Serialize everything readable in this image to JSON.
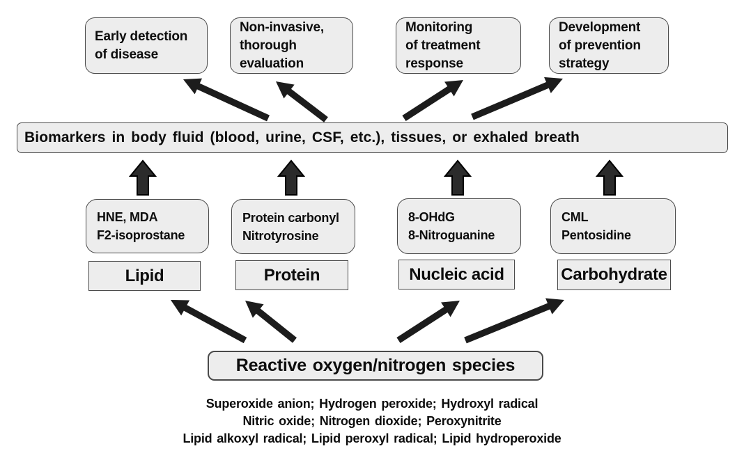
{
  "diagram": {
    "top_boxes": [
      {
        "lines": [
          "Early detection",
          "of disease"
        ]
      },
      {
        "lines": [
          "Non-invasive,",
          "thorough",
          "evaluation"
        ]
      },
      {
        "lines": [
          "Monitoring",
          "of treatment",
          "response"
        ]
      },
      {
        "lines": [
          "Development",
          "of prevention",
          "strategy"
        ]
      }
    ],
    "biomarkers_bar": "Biomarkers in body fluid (blood, urine, CSF, etc.), tissues, or exhaled breath",
    "biomarker_boxes": [
      {
        "lines": [
          "HNE, MDA",
          "F2-isoprostane"
        ]
      },
      {
        "lines": [
          "Protein carbonyl",
          "Nitrotyrosine"
        ]
      },
      {
        "lines": [
          "8-OHdG",
          "8-Nitroguanine"
        ]
      },
      {
        "lines": [
          "CML",
          "Pentosidine"
        ]
      }
    ],
    "categories": [
      {
        "label": "Lipid"
      },
      {
        "label": "Protein"
      },
      {
        "label": "Nucleic acid"
      },
      {
        "label": "Carbohydrate"
      }
    ],
    "source_box": "Reactive oxygen/nitrogen species",
    "species_lines": [
      "Superoxide anion; Hydrogen peroxide; Hydroxyl radical",
      "Nitric oxide; Nitrogen dioxide; Peroxynitrite",
      "Lipid alkoxyl radical; Lipid peroxyl radical; Lipid hydroperoxide"
    ],
    "colors": {
      "background": "#ffffff",
      "box_fill": "#ededed",
      "box_border": "#4a4a4a",
      "arrow": "#1c1c1c",
      "block_arrow_fill": "#2b2b2b",
      "text": "#0d0d0d"
    }
  }
}
